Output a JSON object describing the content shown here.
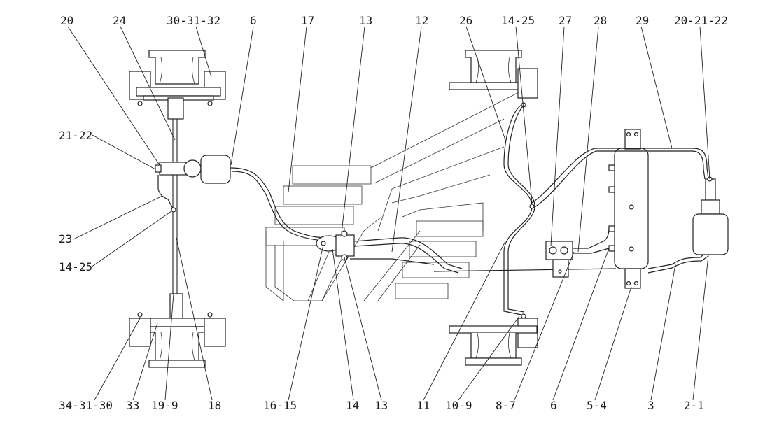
{
  "labels_top": [
    "20",
    "24",
    "30-31-32",
    "6",
    "17",
    "13",
    "12",
    "26",
    "14-25",
    "27",
    "28",
    "29",
    "20-21-22"
  ],
  "labels_left": [
    "21-22",
    "23",
    "14-25"
  ],
  "labels_bottom": [
    "34-31-30",
    "33",
    "19-9",
    "18",
    "16-15",
    "14",
    "13",
    "11",
    "10-9",
    "8-7",
    "6",
    "5-4",
    "3",
    "2-1"
  ],
  "colors": {
    "line": "#222222",
    "background": "#ffffff"
  }
}
